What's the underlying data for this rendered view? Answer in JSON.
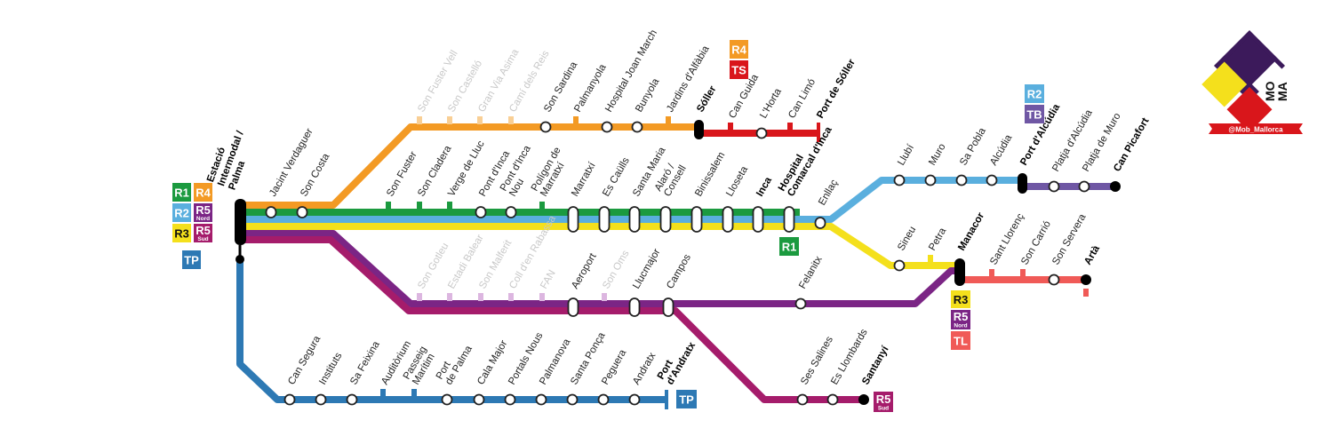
{
  "colors": {
    "R1": "#1b9a3f",
    "R2": "#5aafde",
    "R3": "#f4e01c",
    "R4": "#f39a24",
    "R5N": "#7b2585",
    "R5S": "#a51c6b",
    "TP": "#2d79b4",
    "TS": "#d9161b",
    "TB": "#6f57a4",
    "TL": "#f05a57"
  },
  "hub": {
    "label_l1": "Estació",
    "label_l2": "Intermodal /",
    "label_l3": "Palma"
  },
  "badges": {
    "R1": "R1",
    "R2": "R2",
    "R3": "R3",
    "R4": "R4",
    "R5": "R5",
    "nord": "Nord",
    "sud": "Sud",
    "TP": "TP",
    "TS": "TS",
    "TB": "TB",
    "TL": "TL"
  },
  "stations": {
    "jacint": "Jacint Verdaguer",
    "sonCosta": "Son Costa",
    "sonFusterVell": "Son Fuster Vell",
    "sonCastello": "Son Castelló",
    "granViaAsima": "Gran Via Asima",
    "camiReis": "Camí dels Reis",
    "sonSardina": "Son Sardina",
    "palmanyola": "Palmanyola",
    "hospJoanMarch": "Hospital Joan March",
    "bunyola": "Bunyola",
    "jardinsAlfabia": "Jardins d'Alfàbia",
    "soller": "Sóller",
    "canGuida": "Can Guida",
    "lHorta": "L'Horta",
    "canLimo": "Can Limó",
    "portSoller": "Port de Sóller",
    "sonFuster": "Son Fuster",
    "sonCladera": "Son Cladera",
    "vergeLluc": "Verge de Lluc",
    "pontIncaA": "Pont d'Inca",
    "pontIncaNou": "Pont d'Inca",
    "pontIncaNou2": "Nou",
    "poligonA": "Polígon de",
    "poligonB": "Marratxí",
    "marratxi": "Marratxí",
    "esCaulls": "Es Caülls",
    "santaMaria": "Santa Maria",
    "alaroA": "Alaró /",
    "alaroB": "Consell",
    "binissalem": "Binissalem",
    "lloseta": "Lloseta",
    "inca": "Inca",
    "hospIncaA": "Hospital",
    "hospIncaB": "Comarcal d'Inca",
    "enllac": "Enllaç",
    "llubi": "Llubí",
    "muro": "Muro",
    "saPobla": "Sa Pobla",
    "alcudia": "Alcúdia",
    "portAlcudia": "Port d'Alcúdia",
    "platjaAlcudia": "Platja d'Alcúdia",
    "platjaMuro": "Platja de Muro",
    "canPicafort": "Can Picafort",
    "sineu": "Sineu",
    "petra": "Petra",
    "manacor": "Manacor",
    "santLlorenc": "Sant Llorenç",
    "sonCarrio": "Son Carrió",
    "sonServera": "Son Servera",
    "arta": "Artà",
    "sonGotleu": "Son Gotleu",
    "estadiBalear": "Estadi Balear",
    "sonMalferit": "Son Malferit",
    "collRabassa": "Coll d'en Rabassa",
    "fan": "FAN",
    "aeroport": "Aeroport",
    "sonOms": "Son Oms",
    "llucmajor": "Llucmajor",
    "campos": "Campos",
    "felanitx": "Felanitx",
    "sesSalines": "Ses Salines",
    "esLlombards": "Es Llombards",
    "santanyi": "Santanyí",
    "canSegura": "Can Segura",
    "instituts": "Instituts",
    "saFeixina": "Sa Feixina",
    "auditorium": "Auditòrium",
    "passeigA": "Passeig",
    "passeigB": "Marítim",
    "portPalmaA": "Port",
    "portPalmaB": "de Palma",
    "calaMajor": "Cala Major",
    "portalsNous": "Portals Nous",
    "palmanova": "Palmanova",
    "santaPonca": "Santa Ponça",
    "peguera": "Peguera",
    "andratx": "Andratx",
    "portAndratxA": "Port",
    "portAndratxB": "d'Andratx"
  },
  "logo": {
    "l1": "MO",
    "l2": "MA",
    "handle": "@Mob_Mallorca"
  }
}
